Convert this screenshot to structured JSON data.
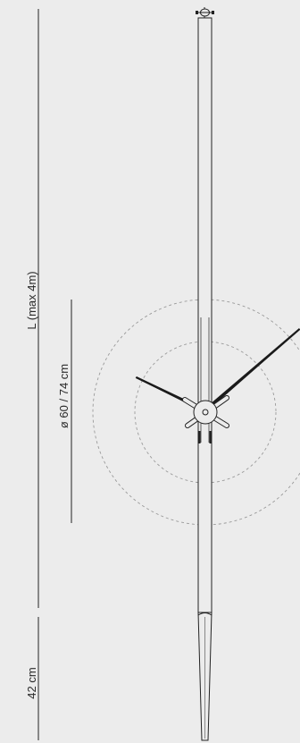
{
  "labels": {
    "length": "L (max 4m)",
    "diameter": "ø 60 / 74 cm",
    "stand_height": "42 cm"
  },
  "colors": {
    "background": "#ececec",
    "line": "#222222",
    "dashed_circle": "#9a9a9a",
    "hand": "#1b1b1b",
    "text": "#2b2b2b"
  }
}
